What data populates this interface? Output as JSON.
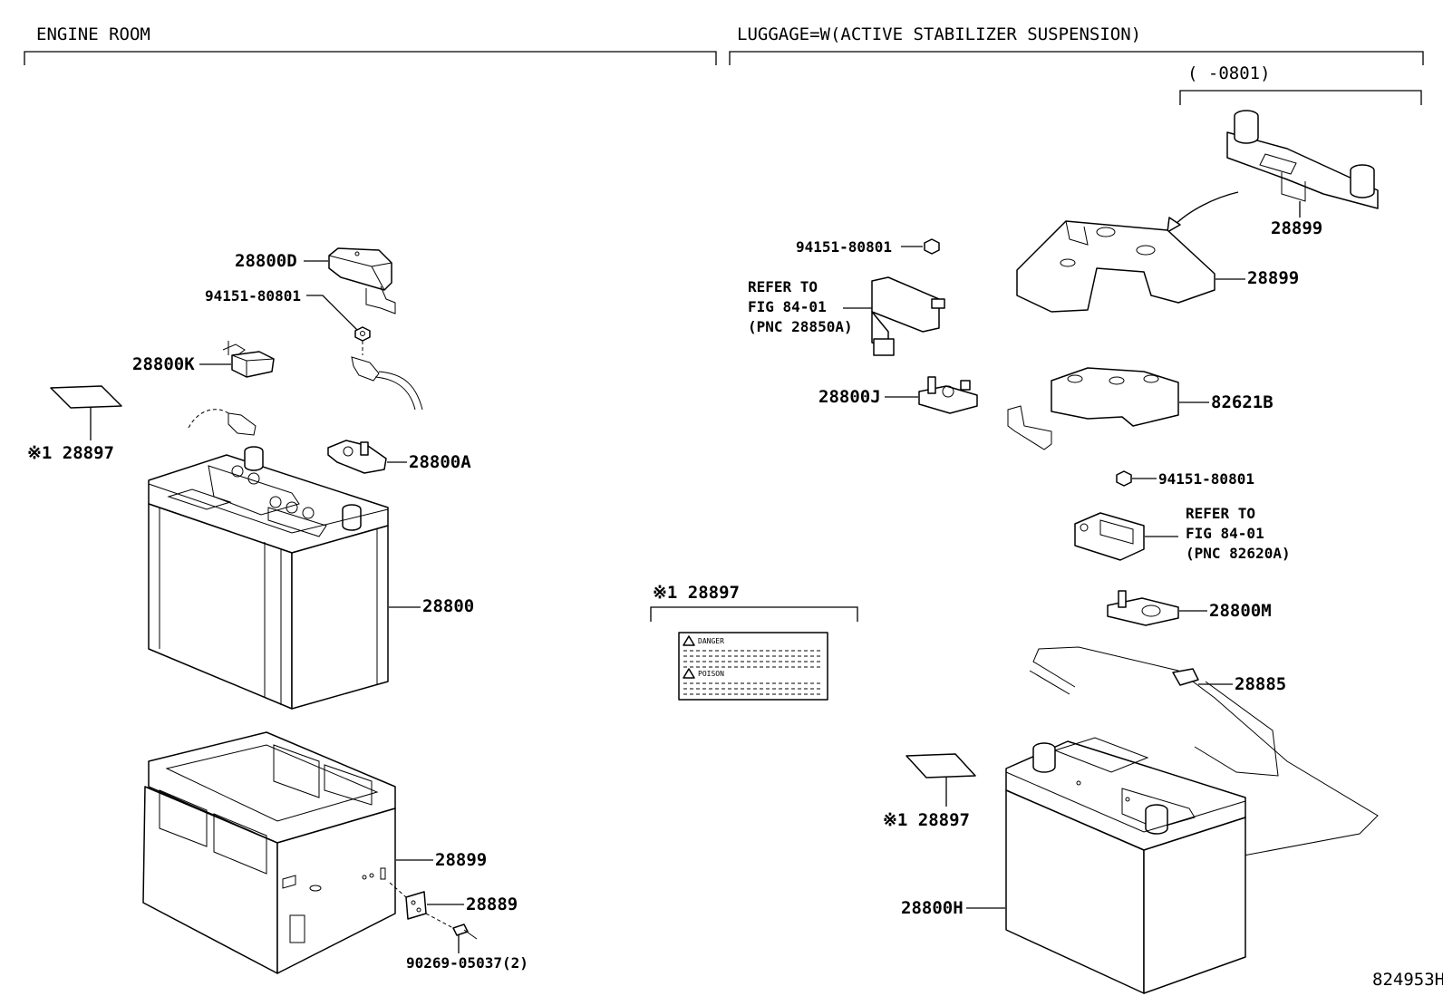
{
  "sections": {
    "engine_room": "ENGINE ROOM",
    "luggage": "LUGGAGE=W(ACTIVE STABILIZER SUSPENSION)",
    "range_note": "(     -0801)",
    "label_note": "※1  28897"
  },
  "labels": {
    "p28800D": "28800D",
    "p94151_a": "94151-80801",
    "p28800K": "28800K",
    "p28897_a": "※1 28897",
    "p28800A": "28800A",
    "p28800": "28800",
    "p28899_a": "28899",
    "p28889": "28889",
    "p90269": "90269-05037(2)",
    "p94151_b": "94151-80801",
    "refer1_l1": "REFER TO",
    "refer1_l2": "FIG 84-01",
    "refer1_l3": "(PNC 28850A)",
    "p28800J": "28800J",
    "p28899_b": "28899",
    "p28899_c": "28899",
    "p82621B": "82621B",
    "p94151_c": "94151-80801",
    "refer2_l1": "REFER TO",
    "refer2_l2": "FIG 84-01",
    "refer2_l3": "(PNC 82620A)",
    "p28800M": "28800M",
    "p28885": "28885",
    "p28897_b": "※1 28897",
    "p28800H": "28800H",
    "warn_danger": "DANGER",
    "warn_poison": "POISON",
    "figure_id": "824953H"
  }
}
